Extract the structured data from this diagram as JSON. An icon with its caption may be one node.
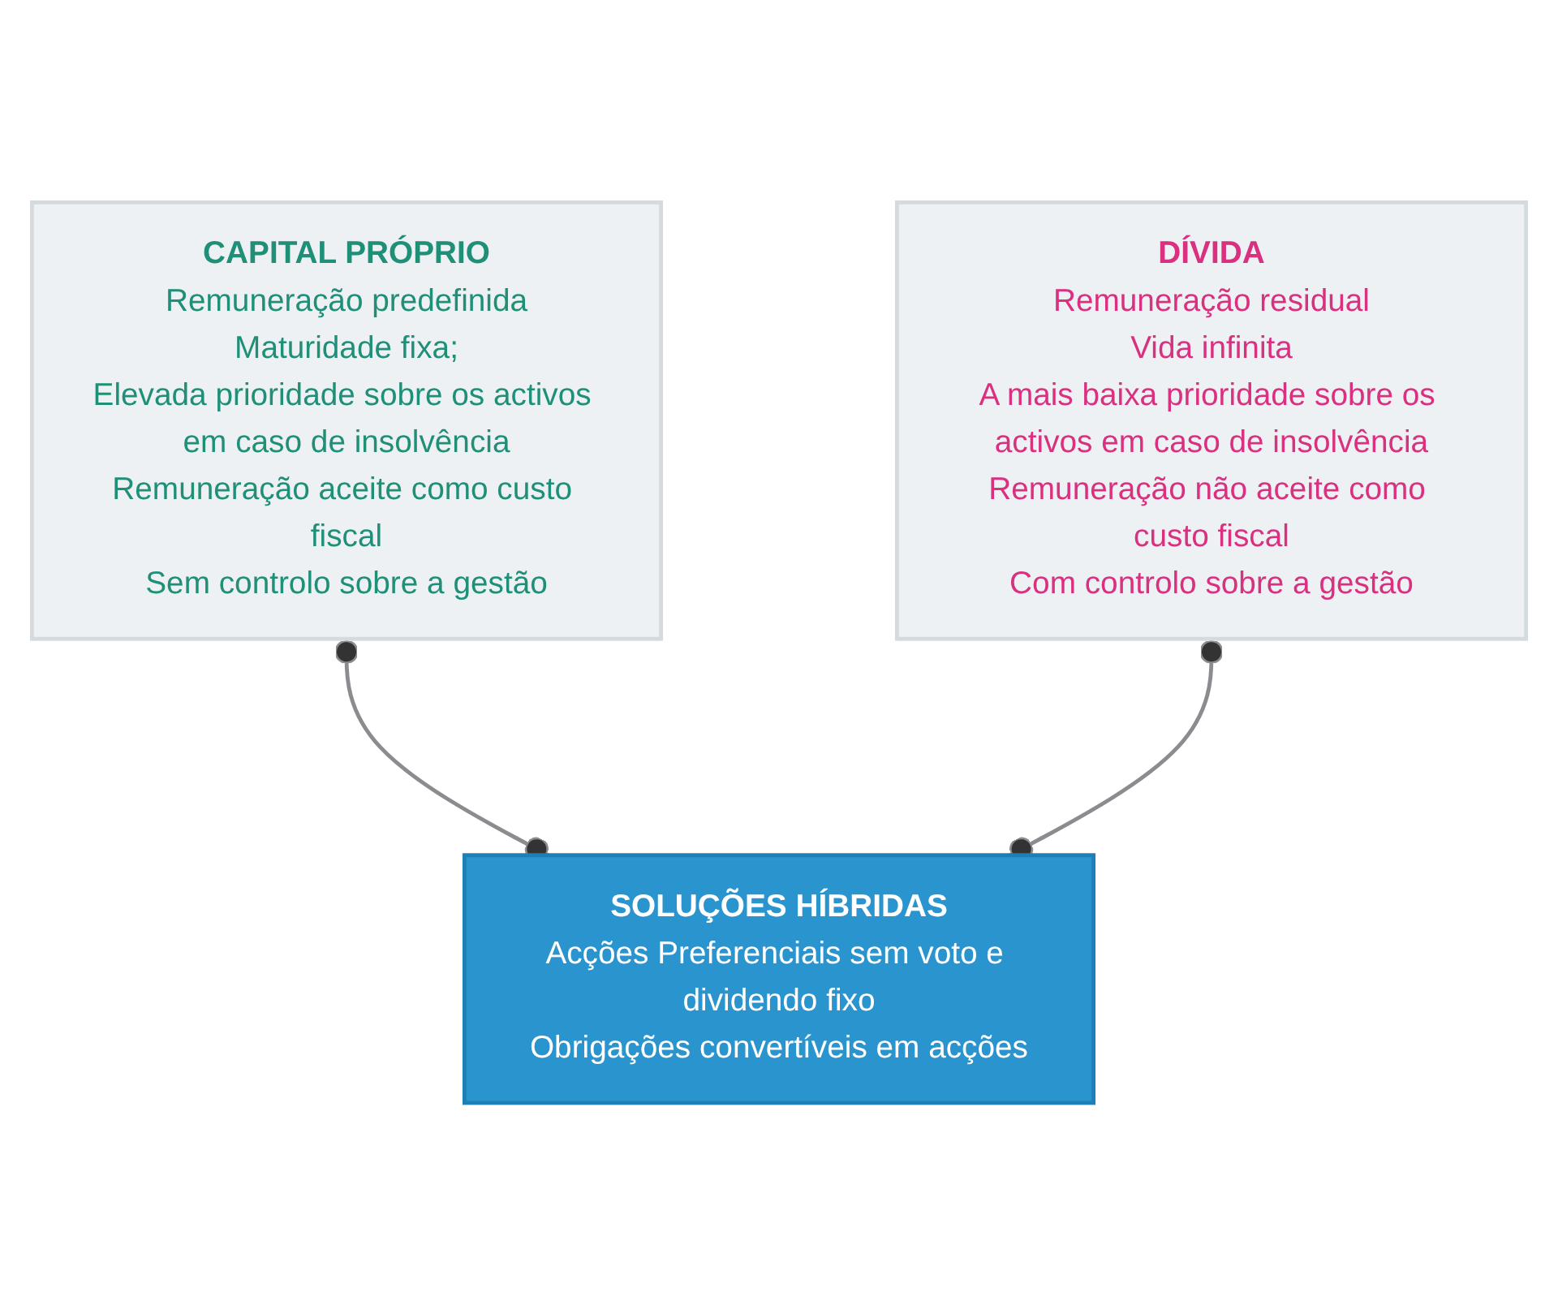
{
  "diagram": {
    "nodes": [
      {
        "text": [
          "CAPITAL PRÓPRIO",
          "Remuneração predefinida",
          "Maturidade fixa;",
          "Elevada prioridade sobre os activos em caso de insolvência",
          "Remuneração aceite como custo fiscal",
          "Sem controlo sobre a gestão"
        ]
      },
      {
        "text": [
          "DÍVIDA",
          "Remuneração residual",
          "Vida infinita",
          "A mais baixa prioridade sobre os activos em caso de insolvência",
          "Remuneração não aceite como custo fiscal",
          "Com controlo sobre a gestão"
        ]
      },
      {
        "text": [
          "SOLUÇÕES HÍBRIDAS",
          "Acções Preferenciais sem voto e dividendo fixo",
          "Obrigações convertíveis em acções"
        ]
      }
    ],
    "edges": [
      {
        "from": 0,
        "to": 2,
        "arrow": "other"
      },
      {
        "from": 1,
        "to": 2,
        "arrow": "other"
      }
    ]
  }
}
